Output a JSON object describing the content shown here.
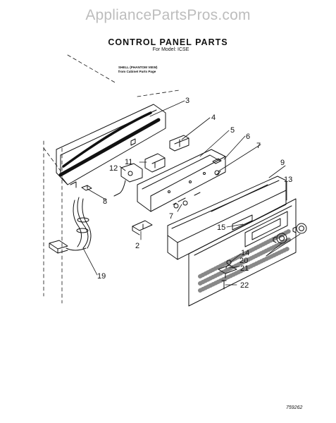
{
  "watermark": "AppliancePartsPros.com",
  "title": "CONTROL PANEL PARTS",
  "subtitle": "For Model: ICSE",
  "note": {
    "line1": "SHELL (PHANTOM VIEW)",
    "line2": "from Cabinet Parts Page"
  },
  "drawing_code": "759262",
  "part_labels": [
    "3",
    "4",
    "5",
    "6",
    "7",
    "9",
    "11",
    "12",
    "8",
    "13",
    "15",
    "2",
    "7",
    "14",
    "20",
    "21",
    "19",
    "22"
  ]
}
